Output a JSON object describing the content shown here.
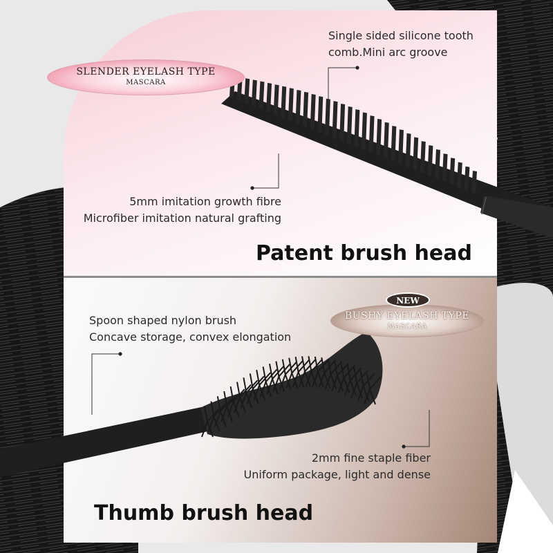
{
  "top_section": {
    "badge_title": "SLENDER EYELASH TYPE",
    "badge_subtitle": "MASCARA",
    "callout_top": [
      "Single sided silicone tooth",
      "comb.Mini arc groove"
    ],
    "callout_bottom": [
      "5mm imitation growth fibre",
      "Microfiber imitation natural grafting"
    ],
    "heading": "Patent brush head",
    "background_color": "#f6cdd6"
  },
  "bottom_section": {
    "new_label": "NEW",
    "badge_title": "BUSHY EYELASH TYPE",
    "badge_subtitle": "MASCARA",
    "callout_top": [
      "Spoon shaped nylon brush",
      "Concave storage, convex elongation"
    ],
    "callout_bottom": [
      "2mm fine staple fiber",
      "Uniform package, light and dense"
    ],
    "heading": "Thumb brush head",
    "background_color": "#a48676"
  },
  "colors": {
    "brush": "#1c1c1c",
    "text": "#2a2a2a",
    "heading": "#111111"
  }
}
